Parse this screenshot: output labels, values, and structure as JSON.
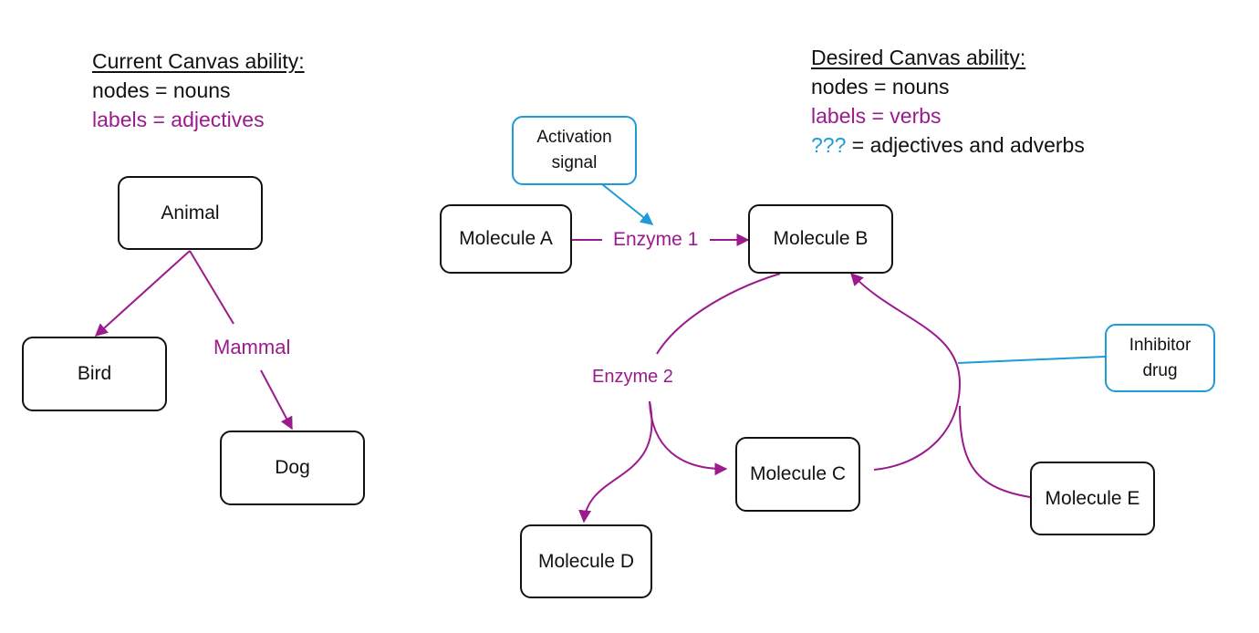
{
  "left_panel": {
    "heading": "Current Canvas ability:",
    "line1": "nodes = nouns",
    "line2": "labels = adjectives",
    "nodes": {
      "animal": "Animal",
      "bird": "Bird",
      "dog": "Dog"
    },
    "edge_label_mammal": "Mammal"
  },
  "right_panel": {
    "heading": "Desired Canvas ability:",
    "line1": "nodes = nouns",
    "line2": "labels = verbs",
    "line3_marker": "???",
    "line3_rest": " = adjectives and adverbs",
    "nodes": {
      "activation_signal": "Activation signal",
      "molecule_a": "Molecule A",
      "molecule_b": "Molecule B",
      "molecule_c": "Molecule C",
      "molecule_d": "Molecule D",
      "molecule_e": "Molecule E",
      "inhibitor_drug": "Inhibitor drug"
    },
    "edge_labels": {
      "enzyme1": "Enzyme 1",
      "enzyme2": "Enzyme 2"
    }
  },
  "colors": {
    "purple": "#9b1a8e",
    "blue": "#1e9bd7",
    "dark": "#111111"
  }
}
